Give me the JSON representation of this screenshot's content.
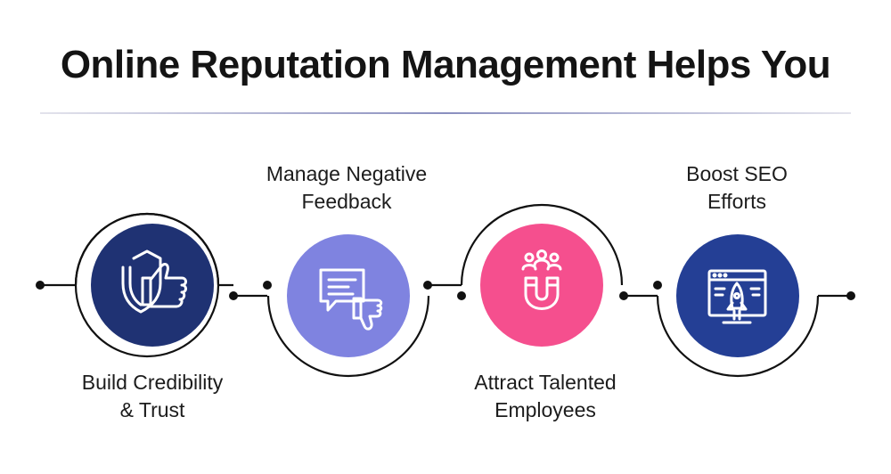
{
  "title": "Online Reputation Management Helps You",
  "colors": {
    "navy": "#1f3273",
    "lavender": "#7f83e0",
    "pink": "#f54f8e",
    "royal": "#243f95",
    "line": "#111111"
  },
  "steps": [
    {
      "label_lines": [
        "Build Credibility",
        "& Trust"
      ],
      "icon": "shield-thumbs-up-icon",
      "color": "#1f3273"
    },
    {
      "label_lines": [
        "Manage Negative",
        "Feedback"
      ],
      "icon": "chat-thumbs-down-icon",
      "color": "#7f83e0"
    },
    {
      "label_lines": [
        "Attract Talented",
        "Employees"
      ],
      "icon": "magnet-people-icon",
      "color": "#f54f8e"
    },
    {
      "label_lines": [
        "Boost SEO",
        "Efforts"
      ],
      "icon": "browser-rocket-icon",
      "color": "#243f95"
    }
  ]
}
